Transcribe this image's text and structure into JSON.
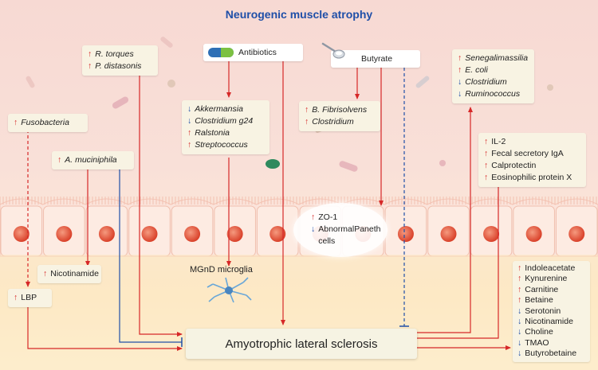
{
  "title": "Neurogenic muscle atrophy",
  "center": "Amyotrophic lateral sclerosis",
  "antibiotics_label": "Antibiotics",
  "butyrate_label": "Butyrate",
  "microglia_label": "MGnD microglia",
  "boxes": {
    "torques": [
      {
        "dir": "up",
        "text": "R. torques",
        "italic": true
      },
      {
        "dir": "up",
        "text": "P. distasonis",
        "italic": true
      }
    ],
    "fusobacteria": [
      {
        "dir": "up",
        "text": "Fusobacteria",
        "italic": true
      }
    ],
    "muciniphila": [
      {
        "dir": "up",
        "text": "A. muciniphila",
        "italic": true
      }
    ],
    "antibiotics_taxa": [
      {
        "dir": "down",
        "text": "Akkermansia",
        "italic": true
      },
      {
        "dir": "down",
        "text": "Clostridium g24",
        "italic": true
      },
      {
        "dir": "up",
        "text": "Ralstonia",
        "italic": true
      },
      {
        "dir": "up",
        "text": "Streptococcus",
        "italic": true
      }
    ],
    "butyrate_taxa": [
      {
        "dir": "up",
        "text": "B. Fibrisolvens",
        "italic": true
      },
      {
        "dir": "up",
        "text": "Clostridium",
        "italic": true
      }
    ],
    "right_taxa": [
      {
        "dir": "up",
        "text": "Senegalimassilia",
        "italic": true
      },
      {
        "dir": "up",
        "text": "E. coli",
        "italic": true
      },
      {
        "dir": "down",
        "text": "Clostridium",
        "italic": true
      },
      {
        "dir": "down",
        "text": "Ruminococcus",
        "italic": true
      }
    ],
    "markers": [
      {
        "dir": "up",
        "text": "IL-2",
        "italic": false
      },
      {
        "dir": "up",
        "text": "Fecal secretory IgA",
        "italic": false
      },
      {
        "dir": "up",
        "text": "Calprotectin",
        "italic": false
      },
      {
        "dir": "up",
        "text": "Eosinophilic protein X",
        "italic": false
      }
    ],
    "nicotinamide": [
      {
        "dir": "up",
        "text": "Nicotinamide",
        "italic": false
      }
    ],
    "lbp": [
      {
        "dir": "up",
        "text": "LBP",
        "italic": false
      }
    ],
    "zo1": [
      {
        "dir": "up",
        "text": "ZO-1",
        "italic": false
      },
      {
        "dir": "down",
        "text": "AbnormalPaneth",
        "italic": false
      },
      {
        "dir": "none",
        "text": "cells",
        "italic": false
      }
    ],
    "metabolites": [
      {
        "dir": "up",
        "text": "Indoleacetate",
        "italic": false
      },
      {
        "dir": "up",
        "text": "Kynurenine",
        "italic": false
      },
      {
        "dir": "up",
        "text": "Carnitine",
        "italic": false
      },
      {
        "dir": "up",
        "text": "Betaine",
        "italic": false
      },
      {
        "dir": "down",
        "text": "Serotonin",
        "italic": false
      },
      {
        "dir": "down",
        "text": "Nicotinamide",
        "italic": false
      },
      {
        "dir": "down",
        "text": "Choline",
        "italic": false
      },
      {
        "dir": "down",
        "text": "TMAO",
        "italic": false
      },
      {
        "dir": "down",
        "text": "Butyrobetaine",
        "italic": false
      }
    ]
  },
  "colors": {
    "red": "#d62828",
    "blue": "#1f4fa8",
    "cell": "#fdebe2",
    "nucleus": "#e4533a"
  },
  "icons": [
    "capsule-icon",
    "spoon-icon",
    "microglia-icon",
    "bacteria-icon"
  ]
}
